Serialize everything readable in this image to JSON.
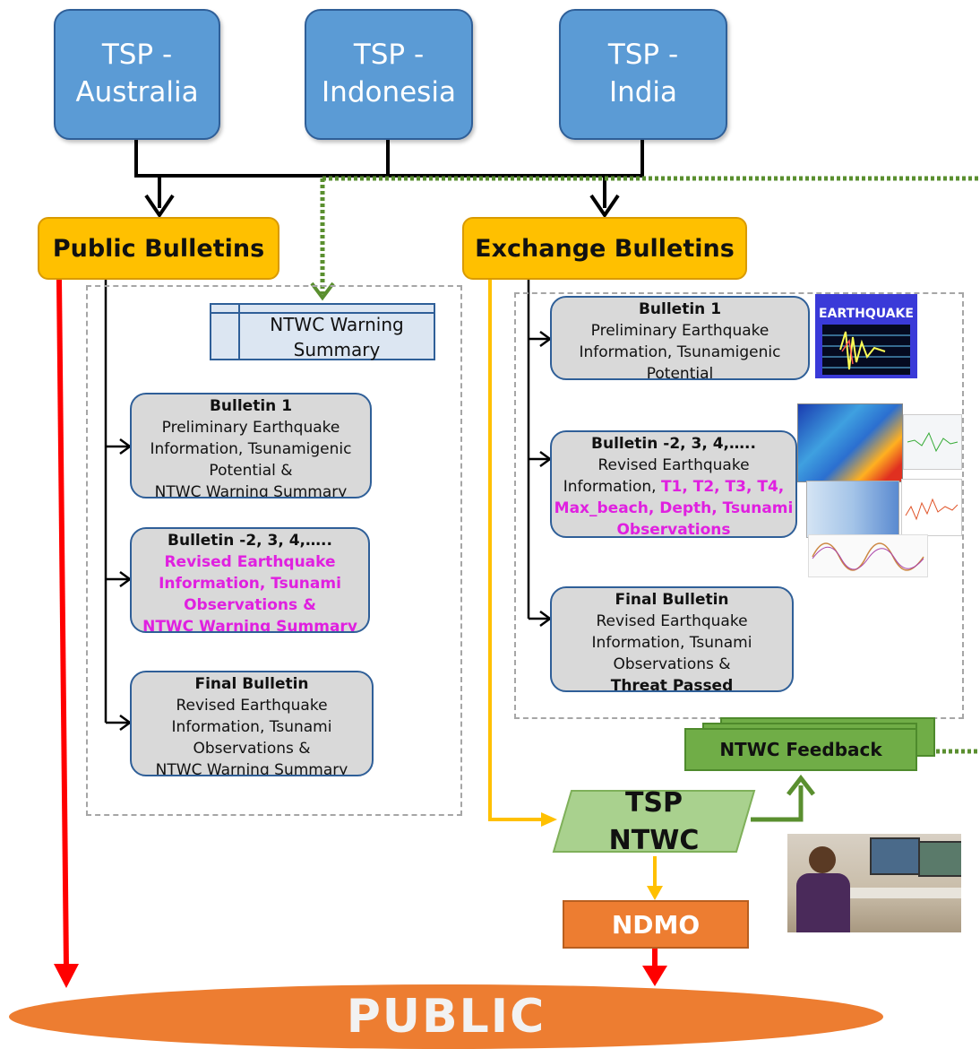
{
  "tsp_boxes": [
    {
      "line1": "TSP -",
      "line2": "Australia"
    },
    {
      "line1": "TSP -",
      "line2": "Indonesia"
    },
    {
      "line1": "TSP -",
      "line2": "India"
    }
  ],
  "public_bulletins": {
    "title": "Public Bulletins",
    "ntwc_summary": {
      "line1": "NTWC Warning",
      "line2": "Summary"
    },
    "bulletin1": {
      "title": "Bulletin 1",
      "lines": [
        "Preliminary Earthquake",
        "Information, Tsunamigenic",
        "Potential &",
        "NTWC Warning Summary"
      ]
    },
    "bulletin2": {
      "title": "Bulletin -2, 3, 4,…..",
      "lines": [
        "Revised Earthquake",
        "Information, Tsunami",
        "Observations &",
        "NTWC Warning Summary"
      ]
    },
    "final": {
      "title": "Final Bulletin",
      "lines": [
        "Revised Earthquake",
        "Information, Tsunami",
        "Observations &",
        "NTWC Warning Summary"
      ]
    }
  },
  "exchange_bulletins": {
    "title": "Exchange Bulletins",
    "bulletin1": {
      "title": "Bulletin 1",
      "lines": [
        "Preliminary Earthquake",
        "Information, Tsunamigenic",
        "Potential"
      ]
    },
    "bulletin2": {
      "title": "Bulletin -2, 3, 4,…..",
      "line1": "Revised Earthquake",
      "line2_plain": "Information, ",
      "line2_mag": "T1, T2, T3, T4,",
      "line3": "Max_beach, Depth, Tsunami",
      "line4": "Observations"
    },
    "final": {
      "title": "Final Bulletin",
      "lines": [
        "Revised Earthquake",
        "Information, Tsunami",
        "Observations &",
        "Threat Passed"
      ]
    },
    "earthquake_label": "EARTHQUAKE"
  },
  "feedback": "NTWC  Feedback",
  "tsp_ntwc": {
    "line1": "TSP",
    "line2": "NTWC"
  },
  "ndmo": "NDMO",
  "public": "PUBLIC",
  "colors": {
    "tsp_blue": "#5b9bd5",
    "bulletin_yellow": "#ffc000",
    "public_orange": "#ed7d31",
    "feedback_green": "#70ad47",
    "arrow_red": "#ff0000",
    "highlight_magenta": "#e020e0"
  }
}
